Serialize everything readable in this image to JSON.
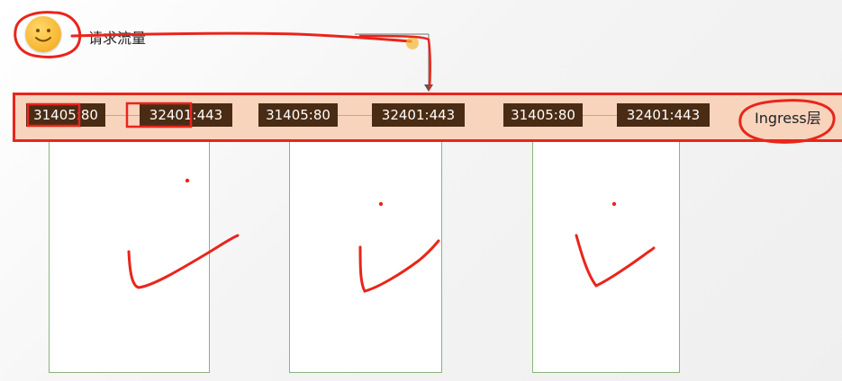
{
  "user": {
    "icon": "smiley-face-icon",
    "label": "请求流量"
  },
  "ingress": {
    "label": "Ingress层",
    "band_color": "#f8d4bd",
    "port_color": "#4a2c14",
    "ports": [
      "31405:80",
      "32401:443",
      "31405:80",
      "32401:443",
      "31405:80",
      "32401:443"
    ]
  },
  "annotation_color": "#e9251b"
}
